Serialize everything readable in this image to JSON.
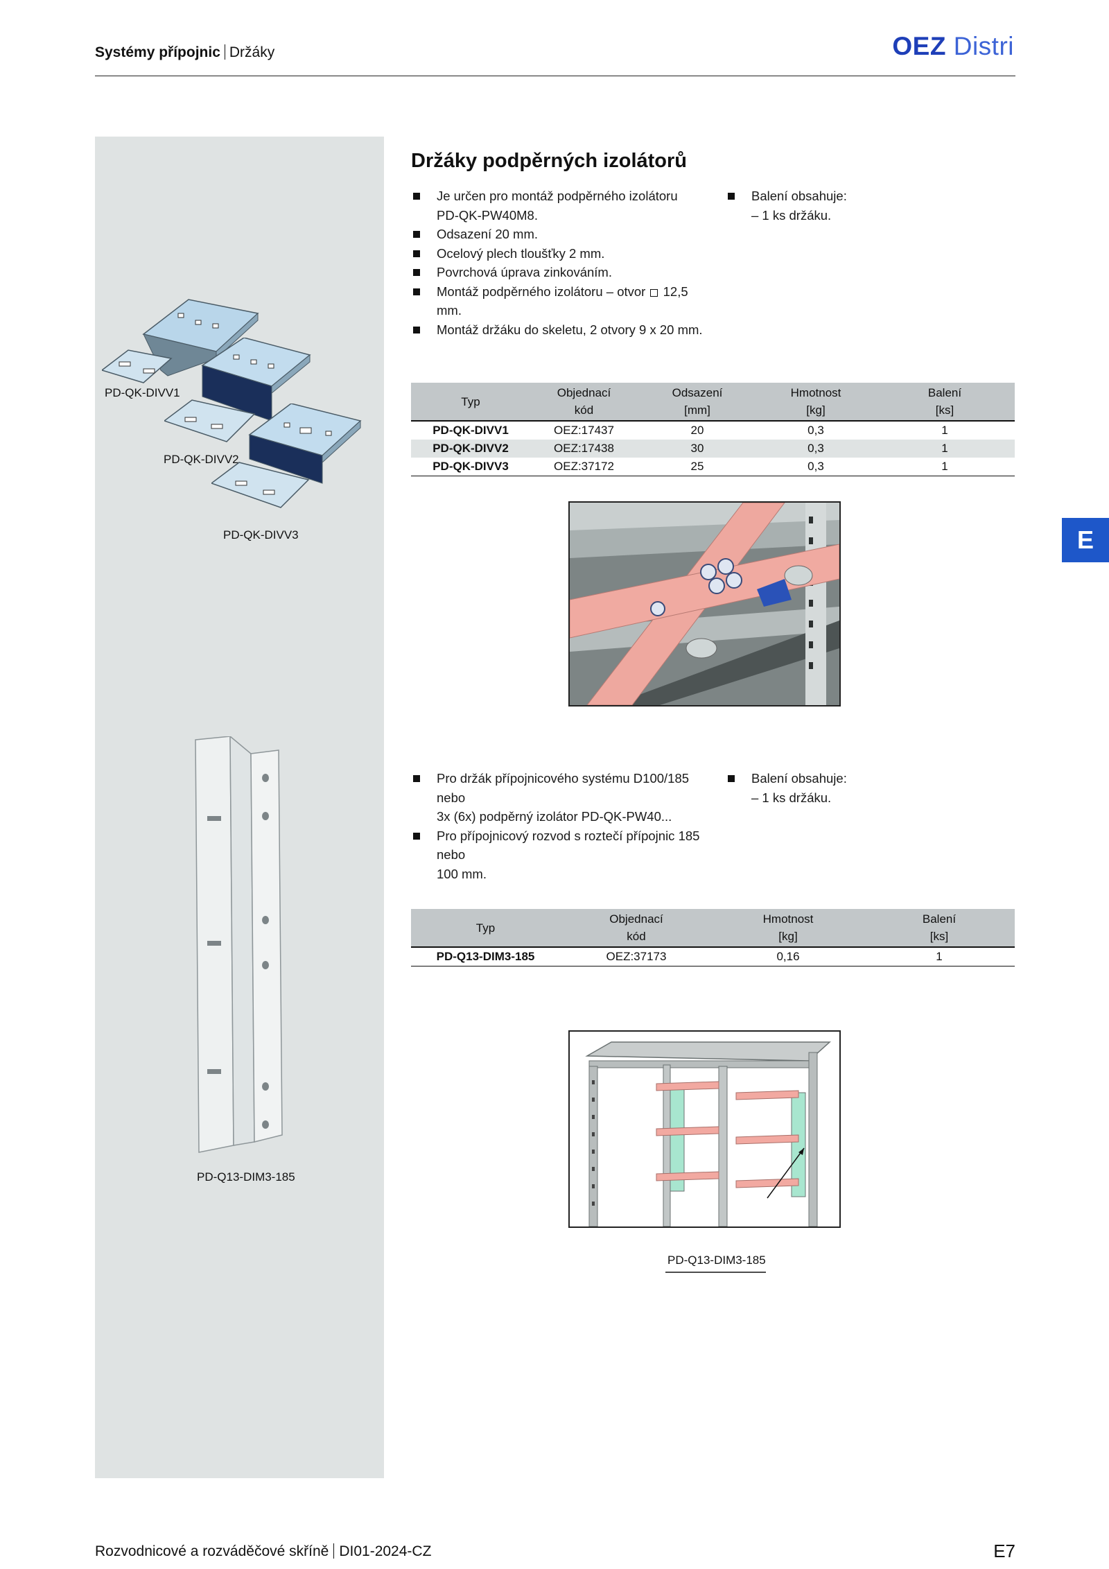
{
  "header": {
    "section": "Systémy přípojnic",
    "subsection": "Držáky",
    "logo_brand": "OEZ",
    "logo_product": "Distri"
  },
  "side_tab": "E",
  "section1": {
    "title": "Držáky podpěrných izolátorů",
    "bullets": [
      "Je určen pro montáž podpěrného izolátoru",
      "PD-QK-PW40M8.",
      "Odsazení  20 mm.",
      "Ocelový plech tloušťky 2 mm.",
      "Povrchová úprava zinkováním.",
      "Montáž podpěrného izolátoru – otvor",
      "12,5 mm.",
      "Montáž držáku do skeletu, 2 otvory 9 x 20 mm."
    ],
    "package_title": "Balení  obsahuje:",
    "package_item": "– 1 ks držáku.",
    "table": {
      "headers": [
        [
          "Typ",
          ""
        ],
        [
          "Objednací",
          "kód"
        ],
        [
          "Odsazení",
          "[mm]"
        ],
        [
          "Hmotnost",
          "[kg]"
        ],
        [
          "Balení",
          "[ks]"
        ]
      ],
      "rows": [
        [
          "PD-QK-DIVV1",
          "OEZ:17437",
          "20",
          "0,3",
          "1"
        ],
        [
          "PD-QK-DIVV2",
          "OEZ:17438",
          "30",
          "0,3",
          "1"
        ],
        [
          "PD-QK-DIVV3",
          "OEZ:37172",
          "25",
          "0,3",
          "1"
        ]
      ]
    }
  },
  "section2": {
    "bullets": [
      "Pro držák  přípojnicového  systému  D100/185  nebo",
      "3x (6x) podpěrný izolátor PD-QK-PW40...",
      "Pro přípojnicový rozvod s roztečí přípojnic 185 nebo",
      "100 mm."
    ],
    "package_title": "Balení obsahuje:",
    "package_item": "– 1 ks držáku.",
    "table": {
      "headers": [
        [
          "Typ",
          ""
        ],
        [
          "Objednací",
          "kód"
        ],
        [
          "Hmotnost",
          "[kg]"
        ],
        [
          "Balení",
          "[ks]"
        ]
      ],
      "rows": [
        [
          "PD-Q13-DIM3-185",
          "OEZ:37173",
          "0,16",
          "1"
        ]
      ]
    },
    "callout_label": "PD-Q13-DIM3-185"
  },
  "sidebar_labels": {
    "divv1": "PD-QK-DIVV1",
    "divv2": "PD-QK-DIVV2",
    "divv3": "PD-QK-DIVV3",
    "dim3": "PD-Q13-DIM3-185"
  },
  "footer": {
    "title": "Rozvodnicové a rozváděčové skříně",
    "code": "DI01-2024-CZ",
    "page": "E7"
  }
}
